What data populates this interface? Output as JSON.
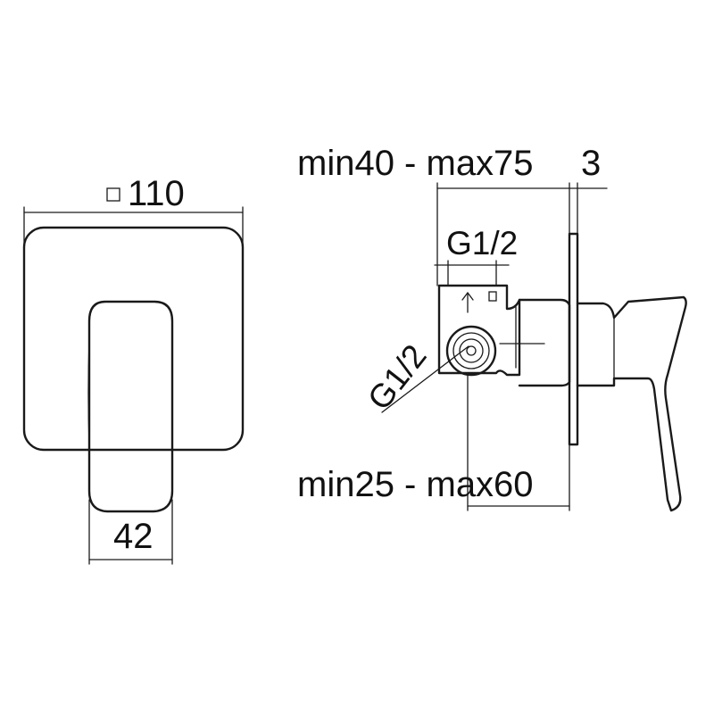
{
  "front_view": {
    "width_symbol": "□",
    "width_value": "110",
    "lever_width": "42"
  },
  "side_view": {
    "depth_range": "min40 - max75",
    "plate_thickness": "3",
    "outlet_thread": "G1/2",
    "inlet_thread": "G1/2",
    "projection_range": "min25 - max60"
  }
}
